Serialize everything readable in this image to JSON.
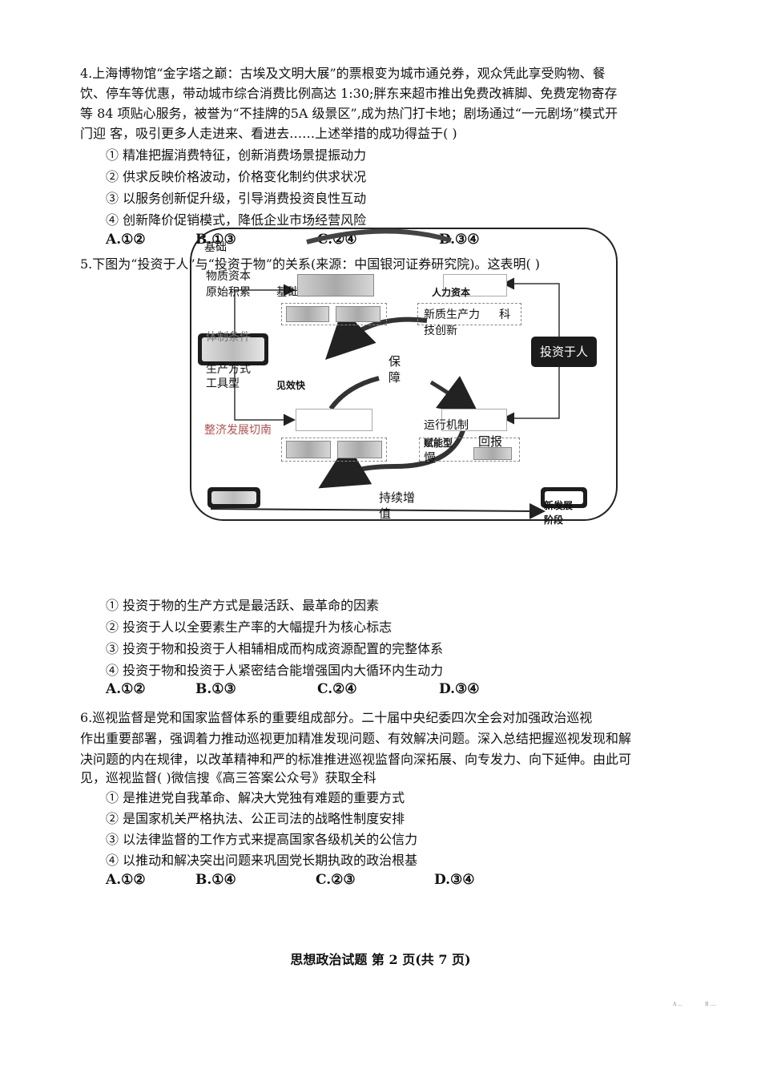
{
  "q4": {
    "lines": [
      "4.上海博物馆“金字塔之巅：古埃及文明大展”的票根变为城市通兑券，观众凭此享受购物、餐",
      "饮、停车等优惠，带动城市综合消费比例高达 1:30;胖东来超市推出免费改裤脚、免费宠物寄存",
      "等 84 项贴心服务，被誉为“不挂牌的5A 级景区”,成为热门打卡地；剧场通过“一元剧场”模式开",
      "门迎 客，吸引更多人走进来、看进去……上述举措的成功得益于(    )"
    ],
    "options": [
      "① 精准把握消费特征，创新消费场景提振动力",
      "② 供求反映价格波动，价格变化制约供求状况",
      "③ 以服务创新促升级，引导消费投资良性互动",
      "④ 创新降价促销模式，降低企业市场经营风险"
    ],
    "choices": [
      "A.①②",
      "B.①③",
      "C.②④",
      "D.③④"
    ]
  },
  "q5": {
    "stem": "5.下图为“投资于人”与“投资于物”的关系(来源：中国银河证券研究院)。这表明(      )",
    "diagram": {
      "base": "基础",
      "material_capital": "物质资本",
      "primitive_accum": "原始积累",
      "infrastructure": "基础设施",
      "human_capital": "人力资本",
      "new_productivity": "新质生产力",
      "science": "科",
      "tech_innovation": "技创新",
      "system_conditions": "体制条件",
      "production_mode": "生产方式",
      "tool_type": "工具型",
      "invest_people": "投资于人",
      "guarantee_1": "保",
      "guarantee_2": "障",
      "quick_effect": "见效快",
      "econ_guide": "整济发展切南",
      "operation_mech": "运行机制",
      "empower_type": "赋能型",
      "return_label": "回报",
      "slow": "慢",
      "sustained_1": "持续增",
      "sustained_2": "值",
      "new_dev_1": "新发展",
      "new_dev_2": "阶段"
    },
    "options": [
      "① 投资于物的生产方式是最活跃、最革命的因素",
      "② 投资于人以全要素生产率的大幅提升为核心标志",
      "③ 投资于物和投资于人相辅相成而构成资源配置的完整体系",
      "④ 投资于物和投资于人紧密结合能增强国内大循环内生动力"
    ],
    "choices": [
      "A.①②",
      "B.①③",
      "C.②④",
      "D.③④"
    ]
  },
  "q6": {
    "lines": [
      "6.巡视监督是党和国家监督体系的重要组成部分。二十届中央纪委四次全会对加强政治巡视",
      "作出重要部署，强调着力推动巡视更加精准发现问题、有效解决问题。深入总结把握巡视发现和解",
      "决问题的内在规律，以改革精神和严的标准推进巡视监督向深拓展、向专发力、向下延伸。由此可",
      "见，巡视监督(    )微信搜《高三答案公众号》获取全科"
    ],
    "options": [
      "① 是推进党自我革命、解决大党独有难题的重要方式",
      "② 是国家机关严格执法、公正司法的战略性制度安排",
      "③ 以法律监督的工作方式来提高国家各级机关的公信力",
      "④ 以推动和解决突出问题来巩固党长期执政的政治根基"
    ],
    "choices": [
      "A.①②",
      "B.①④",
      "C.②③",
      "D.③④"
    ]
  },
  "footer": "思想政治试题   第 2 页(共 7 页)",
  "tiny_left": "A ...",
  "tiny_right": "B ...."
}
